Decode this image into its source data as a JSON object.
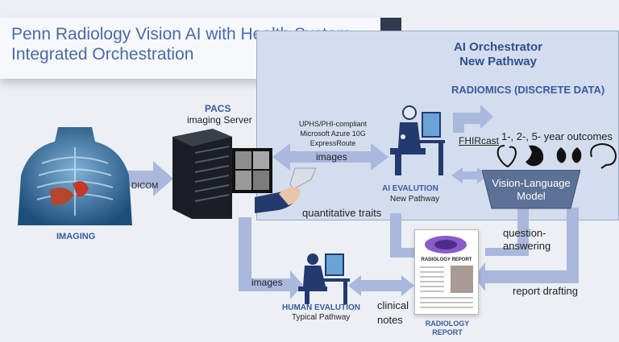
{
  "title": "Penn Radiology Vision AI with Health System-Integrated Orchestration",
  "orchestrator": {
    "title": "AI Orchestrator New Pathway"
  },
  "radiomics_label": "RADIOMICS (DISCRETE DATA)",
  "outcomes_label": "1-, 2-, 5- year outcomes",
  "fhircast_label": "FHIRcast",
  "vlm_label": "Vision-Language Model",
  "pacs": {
    "title": "PACS",
    "subtitle": "imaging Server"
  },
  "imaging_label": "IMAGING",
  "dicom_label": "DICOM",
  "uphs_label": "UPHS/PHI-compliant Microsoft Azure 10G ExpressRoute",
  "images_top_label": "images",
  "ai_eval": {
    "title": "AI EVALUTION",
    "subtitle": "New Pathway"
  },
  "quant_label": "quantitative traits",
  "qa_label": "question-answering",
  "report_drafting_label": "report drafting",
  "report": {
    "header": "RADIOLOGY REPORT",
    "caption": "RADIOLOGY REPORT"
  },
  "images_bottom_label": "images",
  "human_eval": {
    "title": "HUMAN EVALUTION",
    "subtitle": "Typical Pathway"
  },
  "clinical_notes_label": "clinical notes",
  "colors": {
    "accent": "#3a5aa0",
    "arrow": "#a9b8dc",
    "panel": "#d4ddee"
  }
}
